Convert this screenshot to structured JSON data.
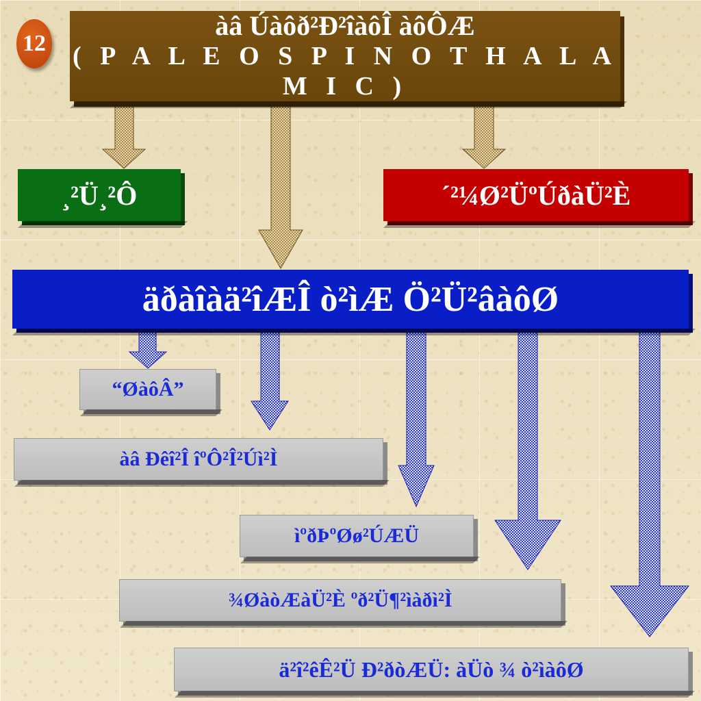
{
  "badge": {
    "number": "12"
  },
  "header": {
    "line1": "àâ Úàôð²Ð²îàôÎ àôÔÆ",
    "line2": "( P A L E O S P I N O T H A L A M I C )"
  },
  "branches": {
    "left_label": "¸²Ü¸²Ô",
    "right_label": "´²¼Ø²ÜºÚðàÜ²È"
  },
  "main_box": {
    "label": "äðàîàä²îÆÎ ò²ìÆ Ö²Ü²âàôØ"
  },
  "targets": [
    {
      "label": "“ØàôÂ”"
    },
    {
      "label": "àâ Ðêî²Î îºÔ²Î²Úì²Ì"
    },
    {
      "label": "ìºðÞºØø²ÚÆÜ"
    },
    {
      "label": "¾ØàòÆàÜ²È ºð²Ü¶²ìàðì²Ì"
    },
    {
      "label": "ä²î²êÊ²Ü Ð²ðòÆÜ: àÜò ¾ ò²ìàôØ"
    }
  ],
  "colors": {
    "header": "#7a5212",
    "left_branch": "#0a6e14",
    "right_branch": "#c40000",
    "main": "#0a1ec8",
    "target_text": "#1a2ad6",
    "tan_arrow": "#c9b07a",
    "blue_arrow": "#2a36e0"
  }
}
